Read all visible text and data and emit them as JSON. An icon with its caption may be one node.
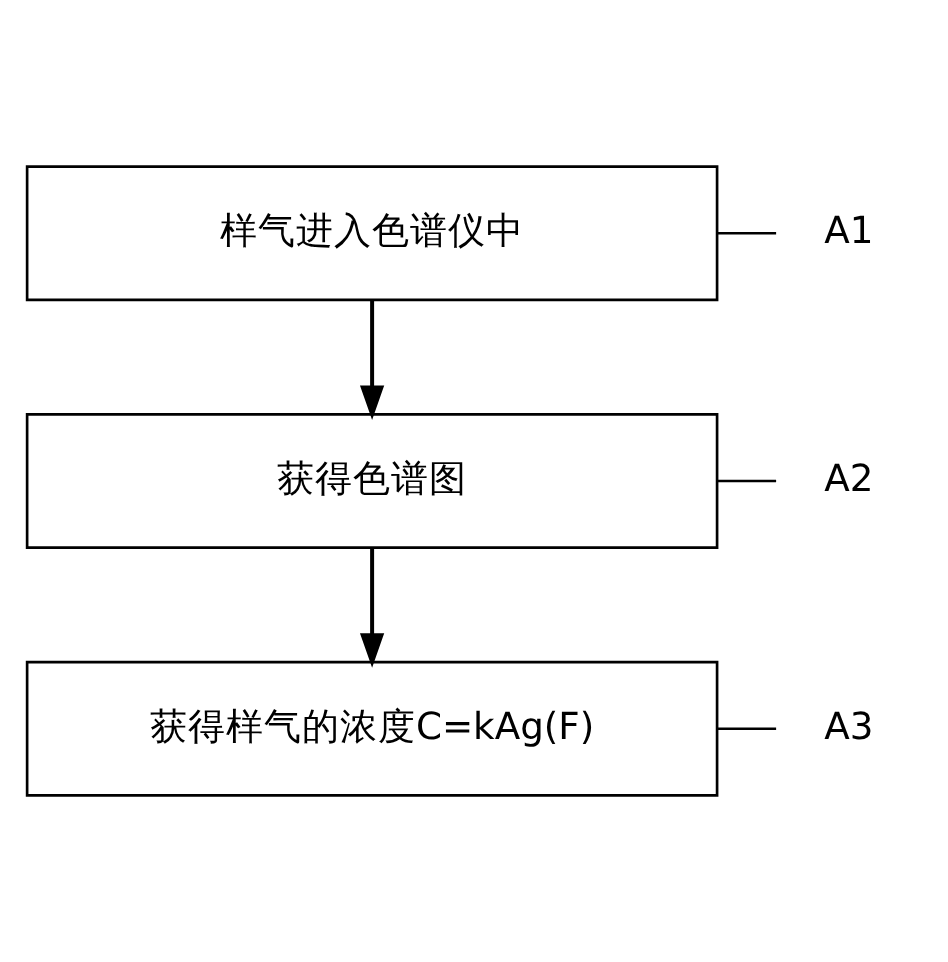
{
  "diagram": {
    "nodes": [
      {
        "text": [
          "A1"
        ]
      },
      {
        "text": [
          "样气进入色谱仪中"
        ]
      },
      {
        "text": [
          "A2"
        ]
      },
      {
        "text": [
          "获得色谱图"
        ]
      },
      {
        "text": [
          "A3"
        ]
      },
      {
        "text": [
          "获得样气的浓度C=kAg(F)"
        ]
      }
    ],
    "edges": [
      {
        "from": 1,
        "to": 3,
        "arrow": "to"
      },
      {
        "from": 3,
        "to": 5,
        "arrow": "to"
      },
      {
        "from": 0,
        "to": 1,
        "arrow": "none"
      },
      {
        "from": 2,
        "to": 3,
        "arrow": "none"
      },
      {
        "from": 4,
        "to": 5,
        "arrow": "none"
      }
    ]
  }
}
